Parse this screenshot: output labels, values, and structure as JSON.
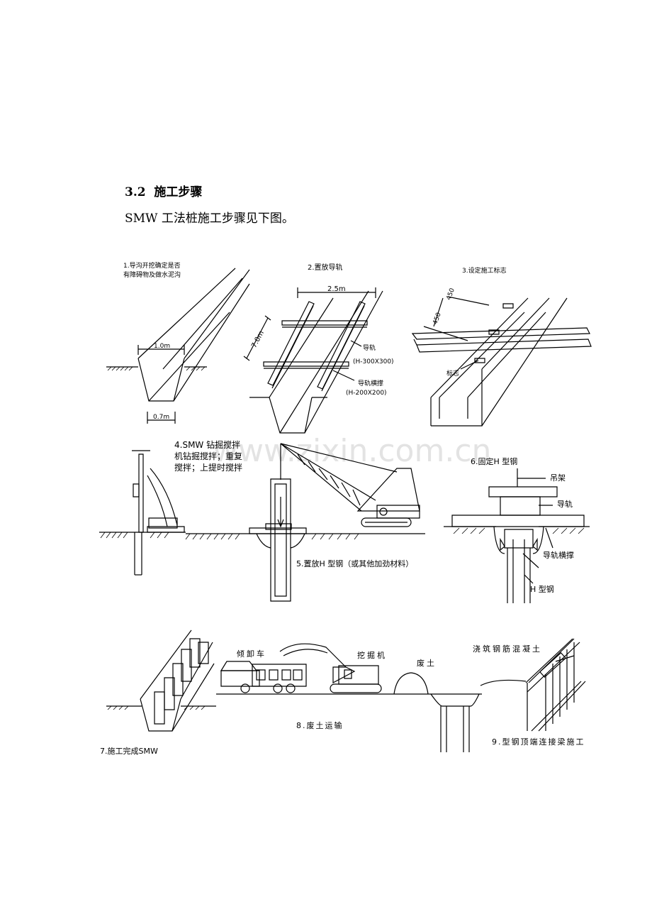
{
  "section": {
    "number": "3.2",
    "title": "施工步骤"
  },
  "intro_text": "SMW 工法桩施工步骤见下图。",
  "watermark": "www.zixin.com.cn",
  "steps": {
    "s1": {
      "line1": "1.导沟开挖确定是否",
      "line2": "有障碍物及做水泥沟",
      "dim_top": "1.0m",
      "dim_bottom": "0.7m"
    },
    "s2": {
      "title": "2.置放导轨",
      "dim_width": "2.5m",
      "dim_length": "7.0m",
      "rail": "导轨",
      "rail_spec": "(H-300X300)",
      "brace": "导轨横撑",
      "brace_spec": "(H-200X200)"
    },
    "s3": {
      "title": "3.设定施工标志",
      "dim_a": "450",
      "dim_b": "450",
      "mark": "标志"
    },
    "s4": {
      "line1": "4.SMW 钻掘搅拌",
      "line2": "机钻掘搅拌；重复",
      "line3": "搅拌；上提时搅拌"
    },
    "s5": {
      "title": "5.置放H 型钢（或其他加劲材料）"
    },
    "s6": {
      "title": "6.固定H 型钢",
      "hanger": "吊架",
      "rail": "导轨",
      "brace": "导轨横撑",
      "hbeam": "H 型钢"
    },
    "s7": {
      "title": "7.施工完成SMW"
    },
    "s8": {
      "title": "8.废土运输",
      "dump_truck": "倾卸车",
      "excavator": "挖掘机",
      "spoil": "废土"
    },
    "s9": {
      "title": "9.型钢顶端连接梁施工",
      "pour": "浇筑钢筋混凝土"
    }
  }
}
